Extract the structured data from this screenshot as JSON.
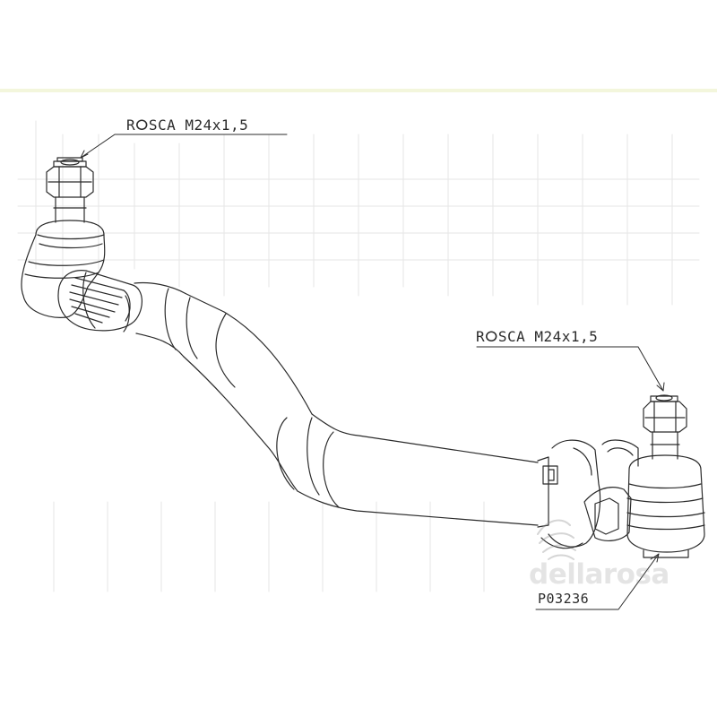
{
  "callouts": {
    "left_thread": "RⵔSCA M24x1,5",
    "right_thread": "RⵔSCA M24x1,5",
    "part_number": "P03236"
  },
  "watermark": {
    "brand": "dellarosa",
    "logo_icon": "dellarosa-wing-logo-icon"
  },
  "colors": {
    "top_rule": "#f3f6dc",
    "line": "#2b2b2b",
    "watermark": "#8a8a8a"
  }
}
